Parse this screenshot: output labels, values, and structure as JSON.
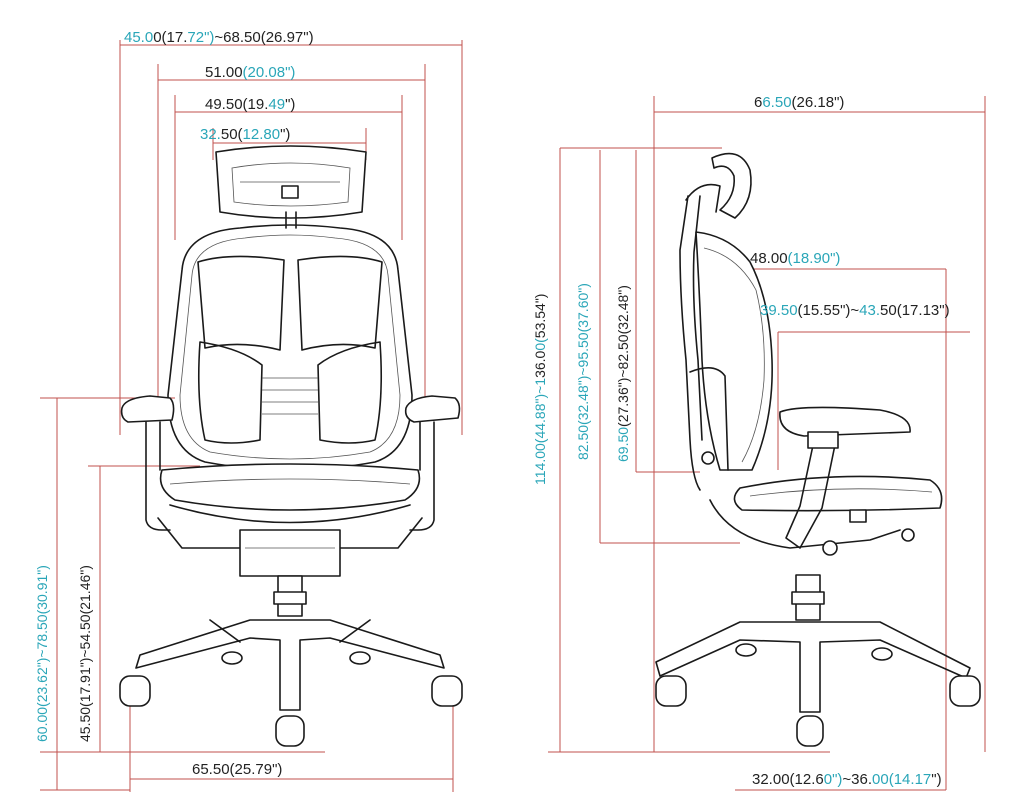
{
  "front_view": {
    "overall_width": [
      "45.0",
      "0(17.",
      "72\")",
      "~68.50(26.97\")"
    ],
    "back_width": [
      "51.00",
      "(20.08\")"
    ],
    "seat_width": [
      "49.50(19.",
      "49",
      "\")"
    ],
    "headrest_width": [
      "32.",
      "50(",
      "12.80",
      "\")"
    ],
    "armrest_height": [
      "60.00(23.62\")~78.50(30.91\")"
    ],
    "seat_height": [
      "45.50(17.91\")~54.50(21.46\")"
    ],
    "base_width": [
      "65.50(25.79\")"
    ]
  },
  "side_view": {
    "overall_depth": [
      "6",
      "6.50",
      "(26.18\")"
    ],
    "armrest_depth": [
      "48.00",
      "(18.90\")"
    ],
    "seat_depth": [
      "39.50",
      "(15.55\")~",
      "43.",
      "50(17.13\")"
    ],
    "total_height": [
      "114.00(44.88\")~1",
      "36.0",
      "0(",
      "53.54\")"
    ],
    "headrest_height": [
      "82.50(32.48\")~95.50(37.60\")"
    ],
    "backrest_height": [
      "69.50",
      "(27.36\")~82.50(32.48\")"
    ],
    "base_depth": [
      "32.00(12.6",
      "0\")",
      "~36.",
      "00",
      "(14.17",
      "\")"
    ]
  },
  "colors": {
    "dimension_line": "#c0504d",
    "accent_text": "#2aa6b8",
    "text": "#222222",
    "ink": "#1a1a1a"
  }
}
